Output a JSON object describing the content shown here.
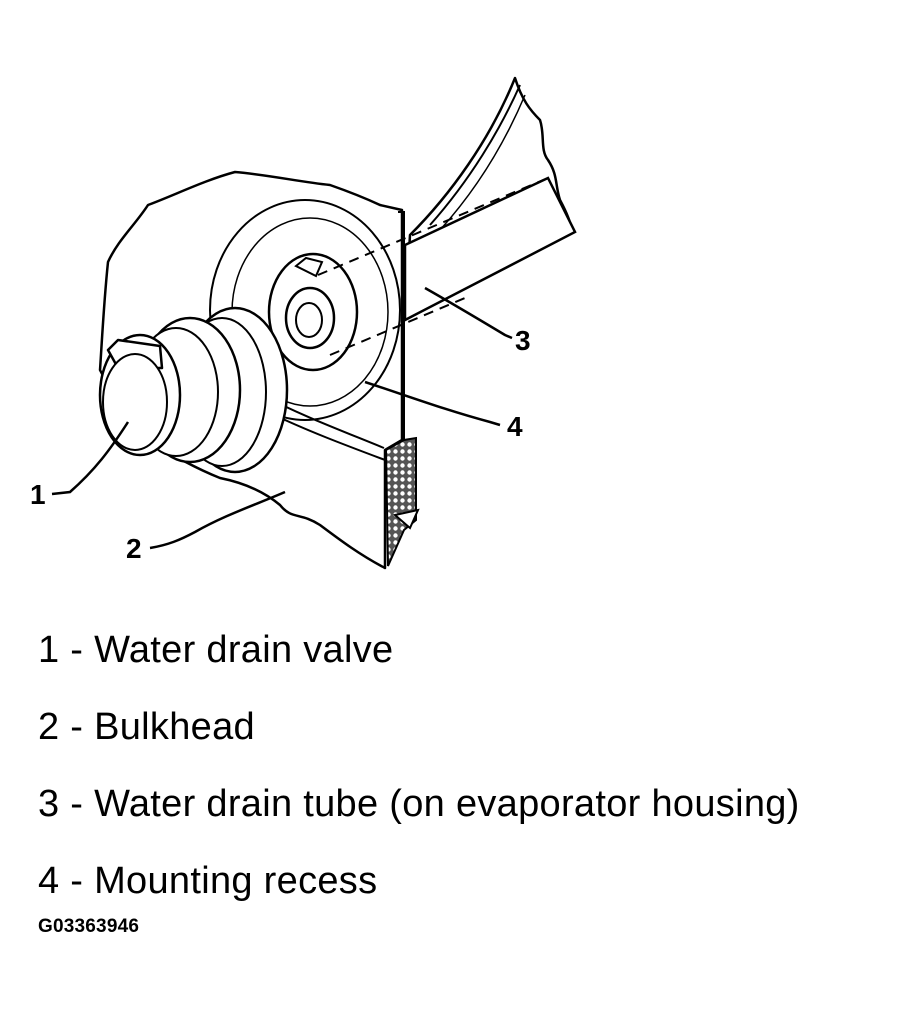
{
  "diagram": {
    "callouts": [
      {
        "number": "1"
      },
      {
        "number": "2"
      },
      {
        "number": "3"
      },
      {
        "number": "4"
      }
    ]
  },
  "legend": [
    {
      "text": "1 - Water drain valve"
    },
    {
      "text": "2 - Bulkhead"
    },
    {
      "text": "3 - Water drain tube (on evaporator housing)"
    },
    {
      "text": "4 - Mounting recess"
    }
  ],
  "figure_id": "G03363946",
  "colors": {
    "ink": "#000000",
    "paper": "#ffffff"
  }
}
